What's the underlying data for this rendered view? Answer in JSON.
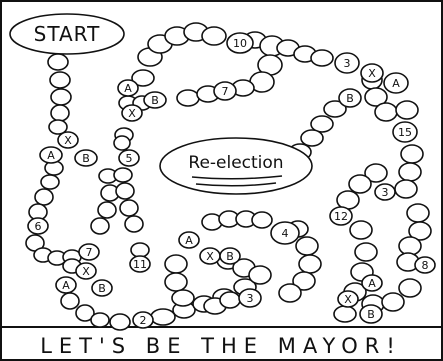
{
  "board": {
    "start_label": "START",
    "center_label": "Re-election",
    "footer": "LET'S BE THE MAYOR!",
    "space_labels": [
      {
        "text": "10",
        "kind": "number"
      },
      {
        "text": "3",
        "kind": "number"
      },
      {
        "text": "X",
        "kind": "letter"
      },
      {
        "text": "A",
        "kind": "letter"
      },
      {
        "text": "B",
        "kind": "letter"
      },
      {
        "text": "15",
        "kind": "number"
      },
      {
        "text": "7",
        "kind": "number"
      },
      {
        "text": "B",
        "kind": "letter"
      },
      {
        "text": "A",
        "kind": "letter"
      },
      {
        "text": "X",
        "kind": "letter"
      },
      {
        "text": "X",
        "kind": "letter"
      },
      {
        "text": "A",
        "kind": "letter"
      },
      {
        "text": "B",
        "kind": "letter"
      },
      {
        "text": "5",
        "kind": "number"
      },
      {
        "text": "6",
        "kind": "number"
      },
      {
        "text": "7",
        "kind": "number"
      },
      {
        "text": "X",
        "kind": "letter"
      },
      {
        "text": "A",
        "kind": "letter"
      },
      {
        "text": "B",
        "kind": "letter"
      },
      {
        "text": "11",
        "kind": "number"
      },
      {
        "text": "2",
        "kind": "number"
      },
      {
        "text": "4",
        "kind": "number"
      },
      {
        "text": "A",
        "kind": "letter"
      },
      {
        "text": "X",
        "kind": "letter"
      },
      {
        "text": "B",
        "kind": "letter"
      },
      {
        "text": "3",
        "kind": "number"
      },
      {
        "text": "3",
        "kind": "number"
      },
      {
        "text": "12",
        "kind": "number"
      },
      {
        "text": "8",
        "kind": "number"
      },
      {
        "text": "A",
        "kind": "letter"
      },
      {
        "text": "X",
        "kind": "letter"
      },
      {
        "text": "B",
        "kind": "letter"
      }
    ]
  }
}
